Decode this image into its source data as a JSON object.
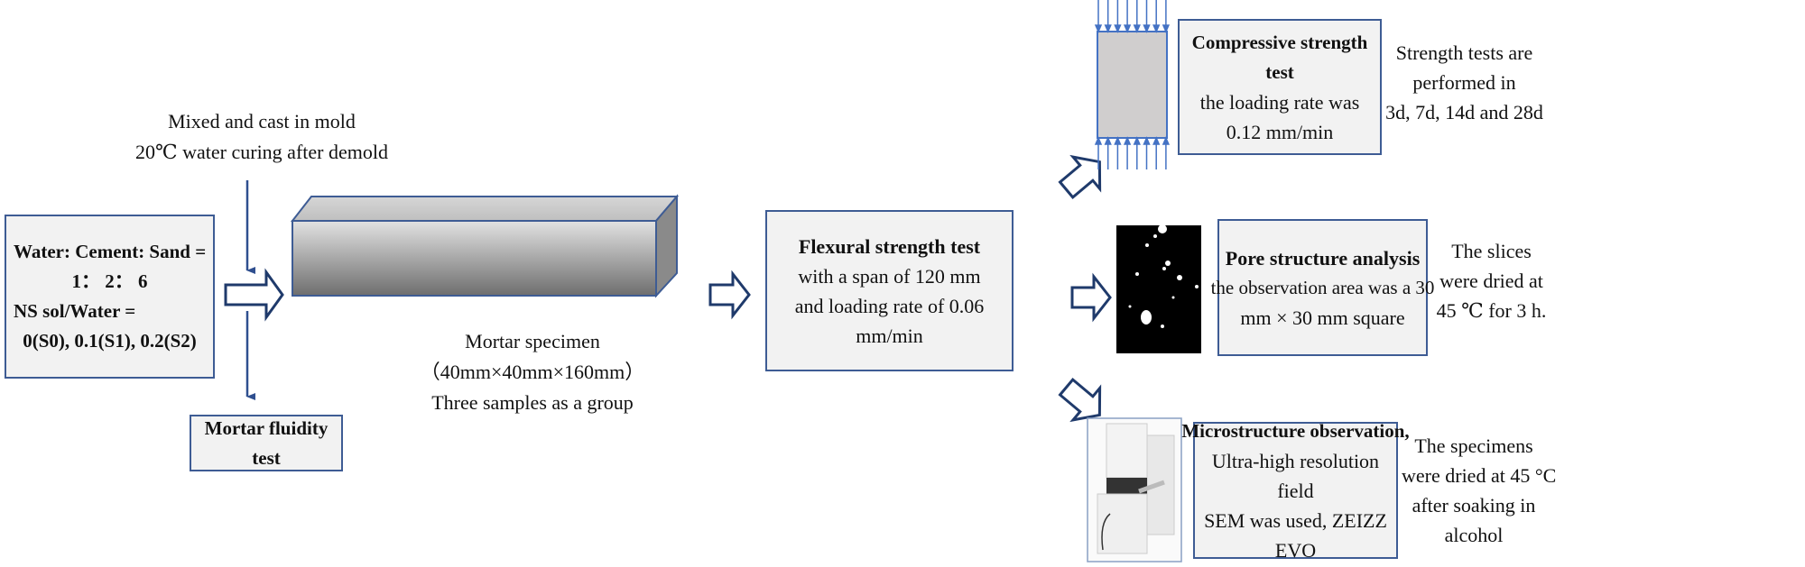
{
  "mix": {
    "line1": "Water: Cement: Sand =",
    "line2": "1： 2： 6",
    "line3": "NS sol/Water =",
    "line4": "0(S0), 0.1(S1), 0.2(S2)"
  },
  "process": {
    "line1": "Mixed and cast in mold",
    "line2": "20℃ water curing after demold"
  },
  "fluidity": {
    "label": "Mortar fluidity test"
  },
  "specimen": {
    "line1": "Mortar specimen",
    "line2": "（40mm×40mm×160mm）",
    "line3": "Three samples as a group"
  },
  "flexural": {
    "title": "Flexural strength test",
    "line1": "with a span of 120 mm",
    "line2": "and loading rate of 0.06",
    "line3": "mm/min"
  },
  "compressive": {
    "title": "Compressive strength test",
    "line1": "the loading rate was",
    "line2": "0.12 mm/min",
    "note": [
      "Strength tests are",
      "performed in",
      "3d, 7d, 14d and 28d"
    ]
  },
  "pore": {
    "title": "Pore structure analysis",
    "line1": "the observation area was a 30",
    "line2": "mm × 30 mm square",
    "note": [
      "The slices",
      "were dried at",
      "45 ℃ for 3 h."
    ]
  },
  "micro": {
    "title": "Microstructure observation,",
    "line1": "Ultra-high resolution field",
    "line2": "SEM was used, ZEIZZ EVO",
    "note": [
      "The specimens",
      "were dried at 45 °C",
      "after soaking in",
      "alcohol"
    ]
  },
  "colors": {
    "border": "#3e5c94",
    "arrow": "#1f3a6b",
    "load_arrow": "#4472c4",
    "box_fill": "#f2f2f2"
  }
}
